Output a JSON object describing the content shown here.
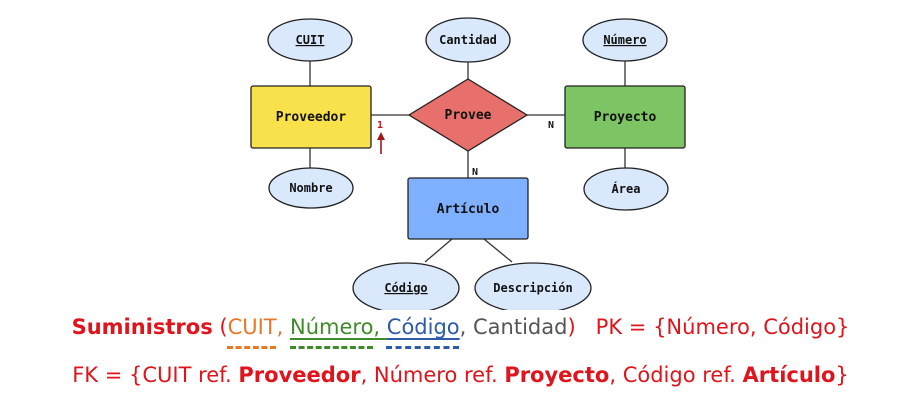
{
  "colors": {
    "entity_yellow": "#f9e14b",
    "entity_green": "#7cc464",
    "entity_blue": "#7fb0ff",
    "relationship_red": "#e8706c",
    "attribute_fill": "#dae8fc",
    "red_text": "#e0141c",
    "orange": "#e3792a",
    "green": "#3f8a2a",
    "blue": "#2e5aa8"
  },
  "diagram": {
    "entities": {
      "proveedor": "Proveedor",
      "proyecto": "Proyecto",
      "articulo": "Artículo"
    },
    "relationship": "Provee",
    "attributes": {
      "cuit": "CUIT",
      "cantidad": "Cantidad",
      "numero": "Número",
      "nombre": "Nombre",
      "area": "Área",
      "codigo": "Código",
      "descripcion": "Descripción"
    },
    "cardinality": {
      "proveedor": "1",
      "proyecto": "N",
      "articulo": "N"
    }
  },
  "schema": {
    "table_name": "Suministros",
    "open_paren": " (",
    "attr_cuit": "CUIT",
    "sep1": ", ",
    "attr_numero": "Número",
    "sep2": ", ",
    "attr_codigo": "Código",
    "sep3": ", ",
    "attr_cantidad": "Cantidad",
    "close_paren": ")",
    "pk": "   PK = {Número, Código}"
  },
  "fk": {
    "prefix": "FK = {CUIT ref. ",
    "ref1": "Proveedor",
    "mid1": ", Número ref. ",
    "ref2": "Proyecto",
    "mid2": ", Código ref. ",
    "ref3": "Artículo",
    "suffix": "}"
  }
}
